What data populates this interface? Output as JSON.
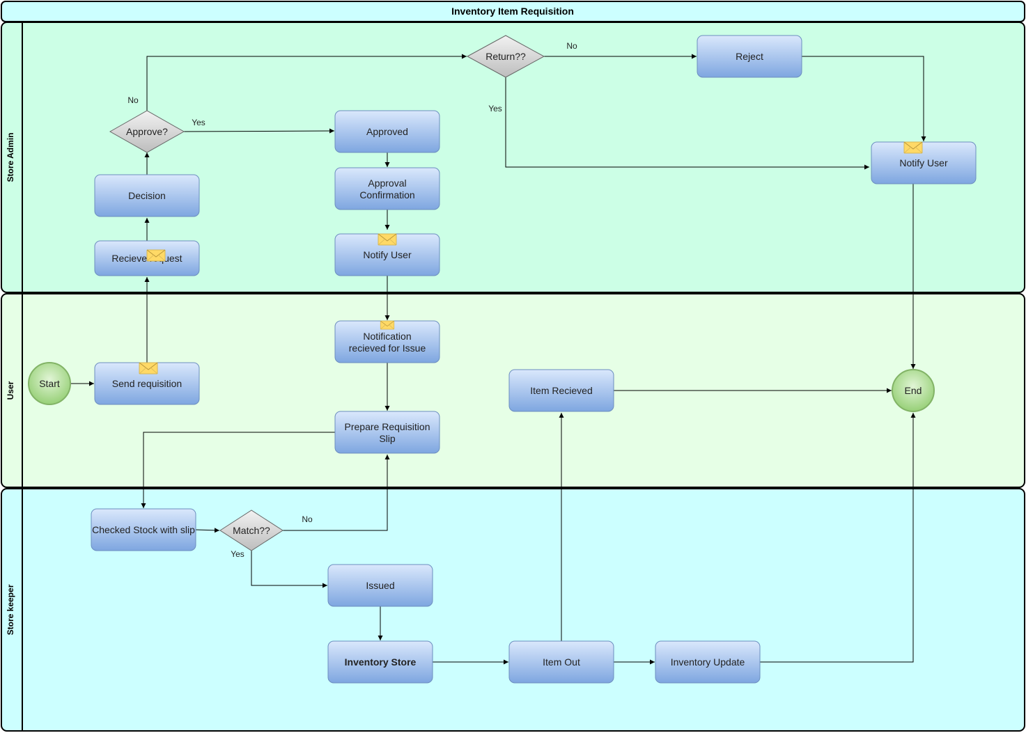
{
  "diagram": {
    "title": "Inventory Item Requisition",
    "lanes": {
      "admin": "Store Admin",
      "user": "User",
      "keeper": "Store keeper"
    },
    "colors": {
      "title_fill": "#ccffff",
      "admin_lane": "#ccffe6",
      "user_lane": "#e6ffe6",
      "keeper_lane": "#ccffff",
      "process_top": "#dae8fc",
      "process_bottom": "#7ea6e0",
      "process_stroke": "#6c8ebf",
      "decision_fill": "#d5d5d5",
      "terminal_fill": "#b9e0a5",
      "terminal_stroke": "#82b366",
      "envelope": "#ffd966"
    },
    "nodes": {
      "approve": "Approve?",
      "return": "Return??",
      "reject": "Reject",
      "approved": "Approved",
      "approval_conf_1": "Approval",
      "approval_conf_2": "Confirmation",
      "notify_user_admin": "Notify User",
      "notify_user_right": "Notify User",
      "decision": "Decision",
      "receive_request": "Recieve request",
      "start": "Start",
      "send_requisition": "Send requisition",
      "notification_1": "Notification",
      "notification_2": "recieved for Issue",
      "prepare_slip_1": "Prepare Requisition",
      "prepare_slip_2": "Slip",
      "item_received": "Item Recieved",
      "end": "End",
      "checked_stock": "Checked Stock with slip",
      "match": "Match??",
      "issued": "Issued",
      "inventory_store": "Inventory Store",
      "item_out": "Item Out",
      "inventory_update": "Inventory Update"
    },
    "edge_labels": {
      "approve_no": "No",
      "approve_yes": "Yes",
      "return_no": "No",
      "return_yes": "Yes",
      "match_no": "No",
      "match_yes": "Yes"
    }
  }
}
